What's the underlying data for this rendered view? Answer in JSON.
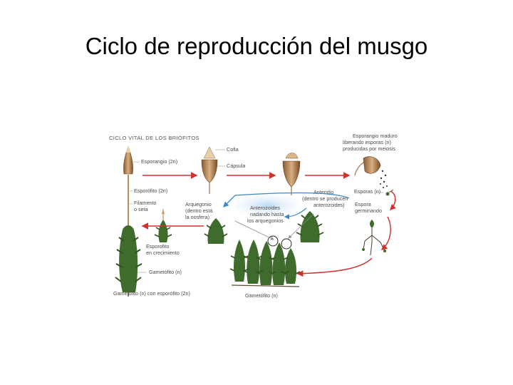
{
  "slide": {
    "title": "Ciclo de reproducción del musgo"
  },
  "diagram": {
    "header": "CICLO VITAL DE LOS BRIÓFITOS",
    "labels": {
      "esporangio": "Esporangio (2n)",
      "esporofito": "Esporófito (2n)",
      "filamento_1": "Filamento",
      "filamento_2": "o seta",
      "cofia": "Cofia",
      "capsula": "Cápsula",
      "maduro_1": "Esporangio maduro",
      "maduro_2": "liberando esporas (n)",
      "maduro_3": "producidas por meiosis",
      "esporas": "Esporas (n)",
      "germinando_1": "Espora",
      "germinando_2": "germinando",
      "anteridio_1": "Anteridio",
      "anteridio_2": "(dentro se producen",
      "anteridio_3": "anterozoides)",
      "arquegonio_1": "Arquegonio",
      "arquegonio_2": "(dentro está",
      "arquegonio_3": "la oosfera)",
      "anterozoides_1": "Anterozoides",
      "anterozoides_2": "nadando hasta",
      "anterozoides_3": "los arquegonios",
      "crecimiento_1": "Esporofito",
      "crecimiento_2": "en crecimiento",
      "gametofito_small": "Gametófito (n)",
      "gametofito_esporofito": "Gametófito (n) con esporófito (2n)",
      "gametofito_bottom": "Gametófito (n)"
    },
    "colors": {
      "arrow_red": "#d0312d",
      "arrow_blue": "#3b87c8",
      "leaf_green": "#3f6b2c",
      "capsule_tan": "#c79b6a",
      "glow_blue": "#bcd9f2"
    }
  }
}
